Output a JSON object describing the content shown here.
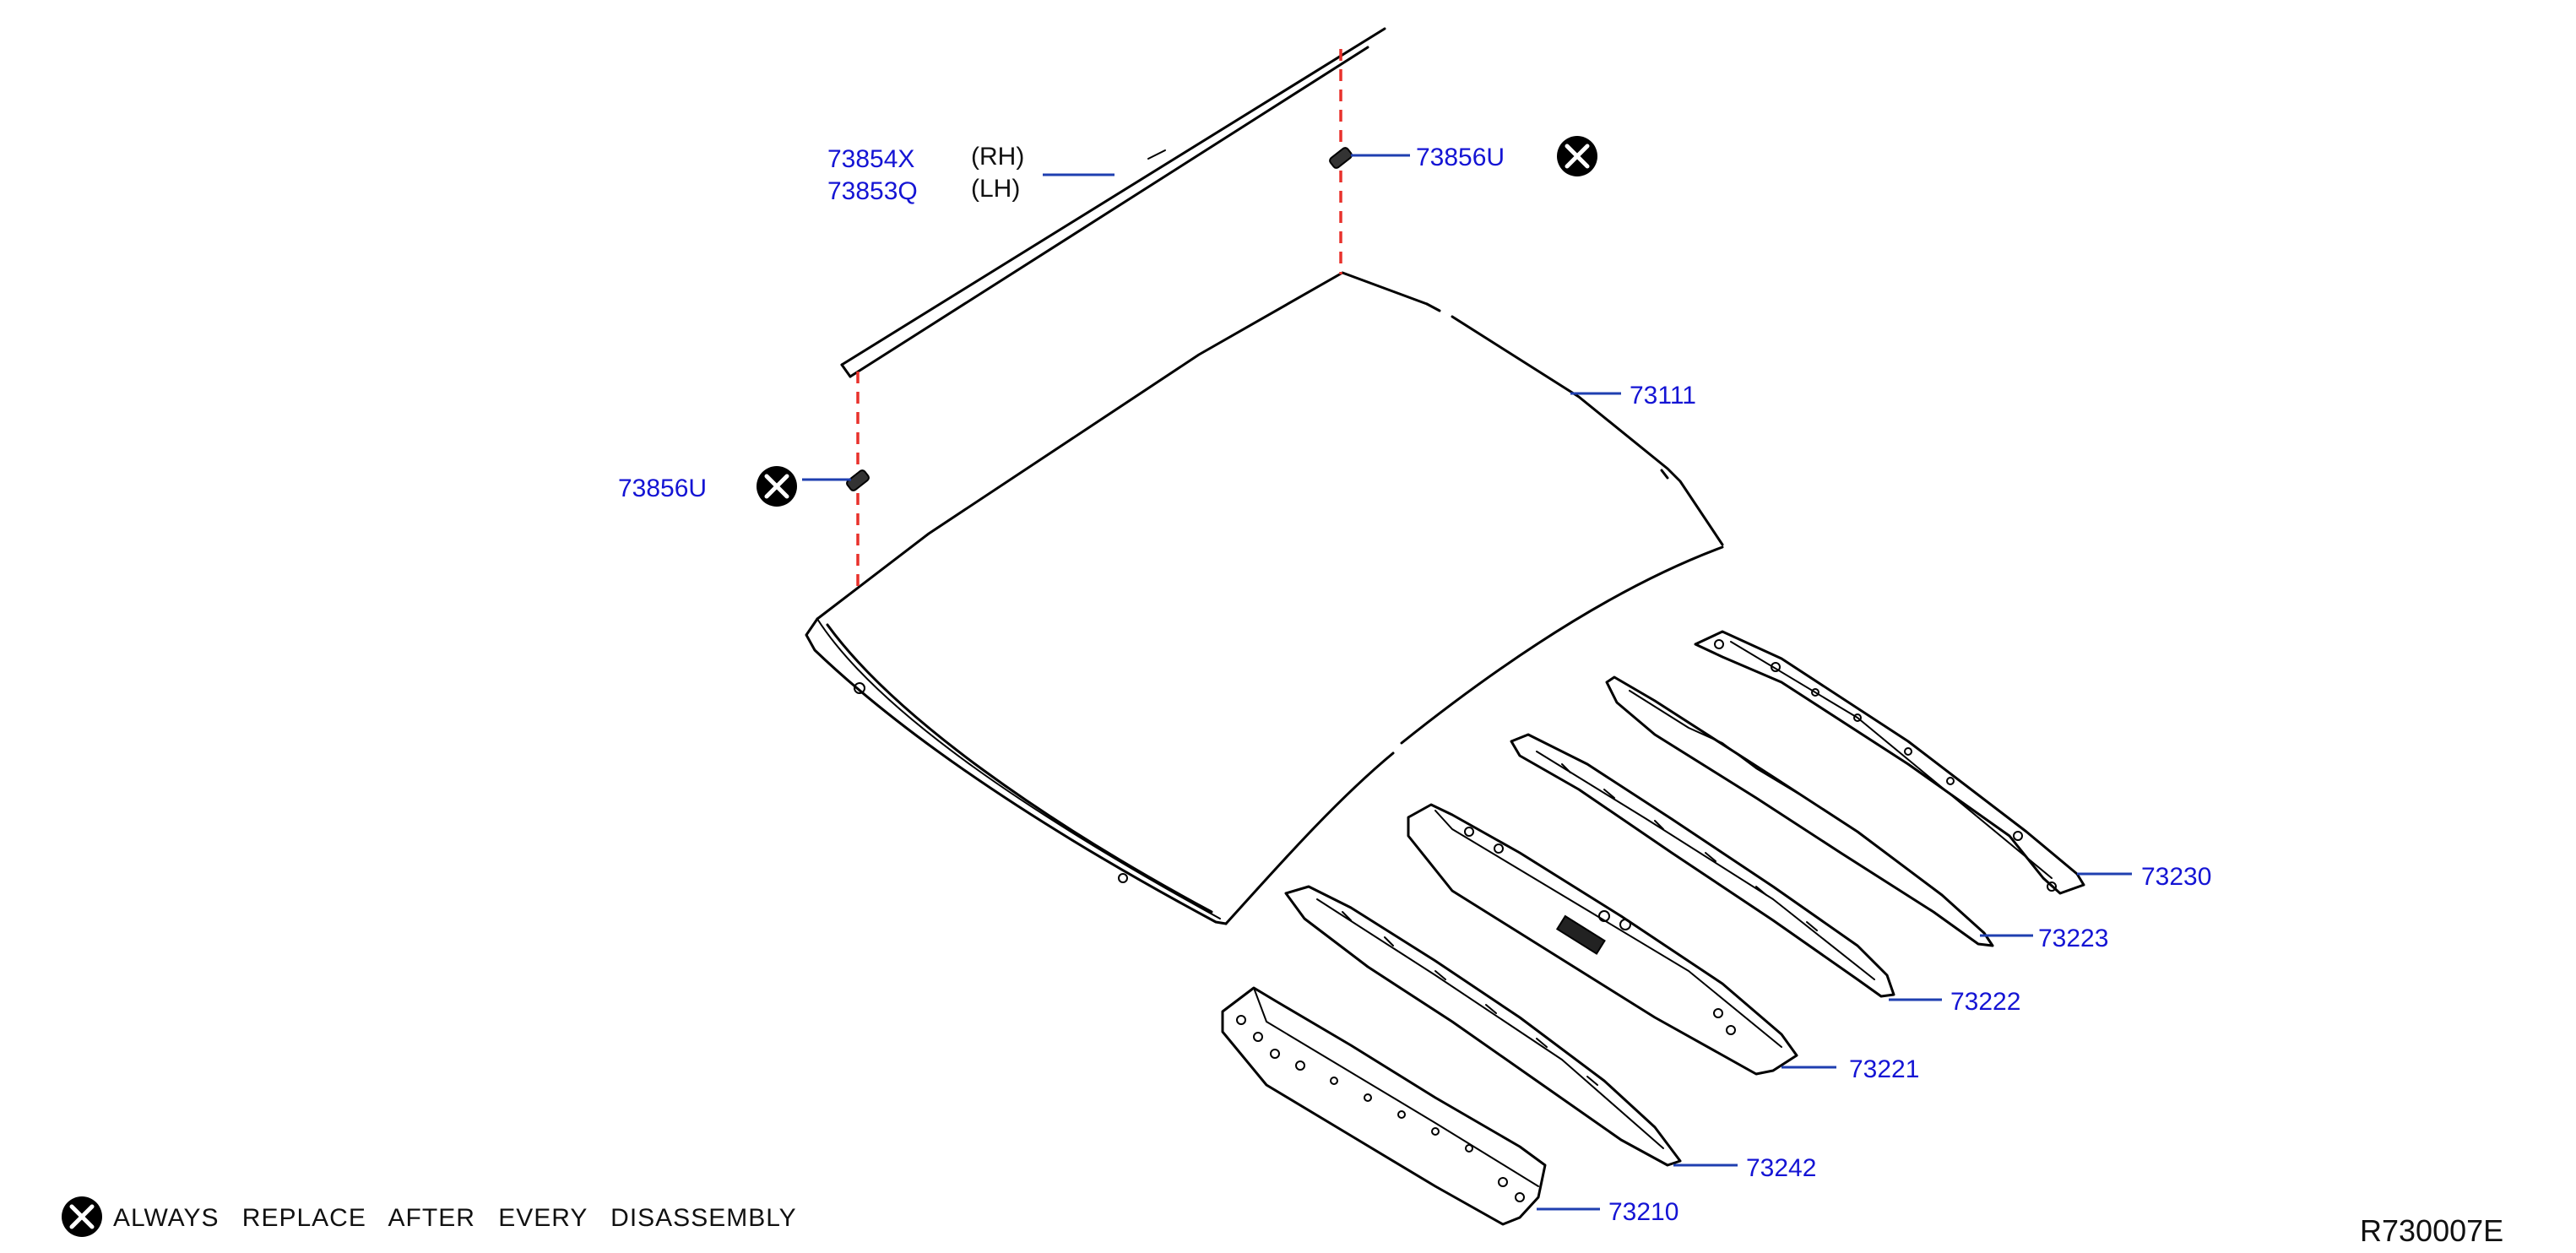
{
  "callouts": {
    "molding_rh": "73854X",
    "molding_rh_side": "(RH)",
    "molding_lh": "73853Q",
    "molding_lh_side": "(LH)",
    "clip_upper": "73856U",
    "clip_lower": "73856U",
    "roof_panel": "73111",
    "bow_73230": "73230",
    "bow_73223": "73223",
    "bow_73222": "73222",
    "bow_73221": "73221",
    "bow_73242": "73242",
    "bow_73210": "73210"
  },
  "legend": {
    "icon": "replace-mark-icon",
    "text": "ALWAYS REPLACE AFTER EVERY DISASSEMBLY"
  },
  "diagram_code": "R730007E",
  "colors": {
    "callout_text": "#1414d4",
    "leader_line": "#1f3fb0",
    "dashed_guide": "#e8312b",
    "outline": "#000000"
  }
}
